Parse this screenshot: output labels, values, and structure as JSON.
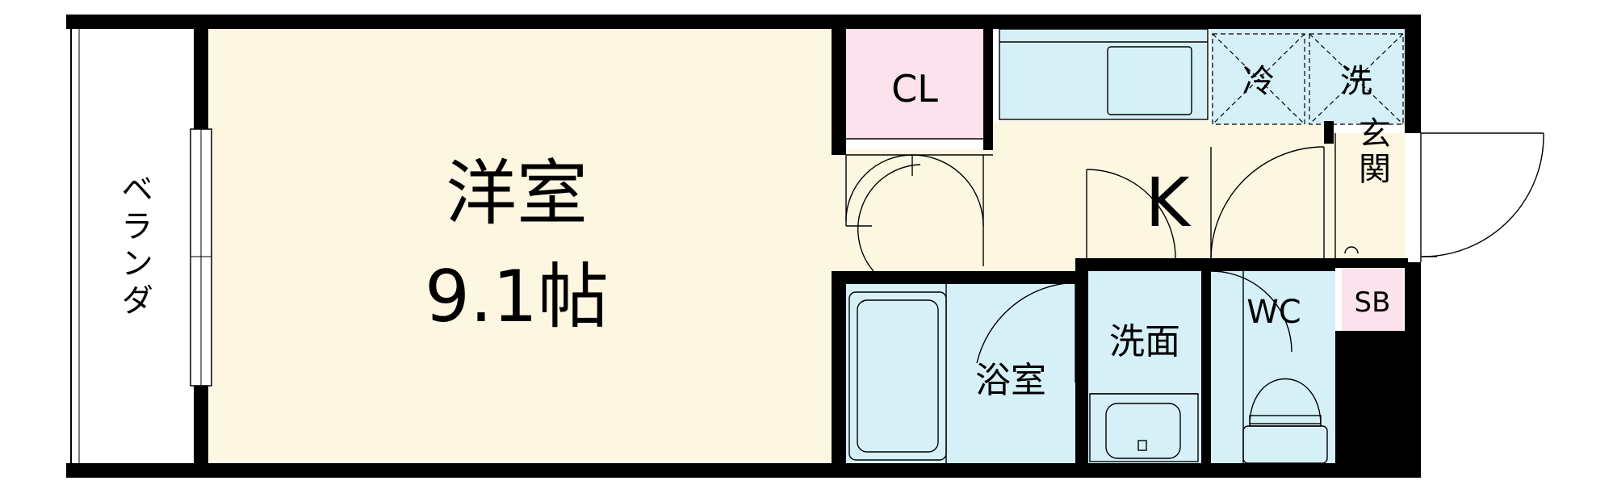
{
  "rooms": {
    "balcony": "ベランダ",
    "western_room_name": "洋室",
    "western_room_size": "9.1帖",
    "closet": "CL",
    "kitchen": "K",
    "fridge_space": "冷",
    "washer_space": "洗",
    "entrance": "玄関",
    "shoe_box": "SB",
    "bathroom": "浴室",
    "washroom": "洗面",
    "toilet": "WC"
  },
  "colors": {
    "wall": "#000000",
    "floor_main": "#fdf6e1",
    "wet_area": "#d6f0f8",
    "storage": "#fbe2ec",
    "balcony_floor": "#ffffff"
  }
}
